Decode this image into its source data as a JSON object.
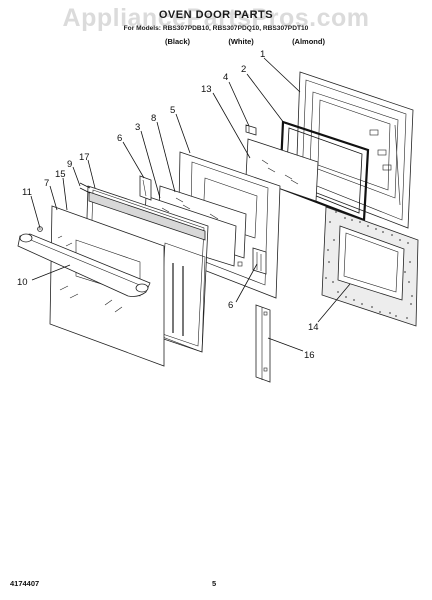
{
  "watermark": "AppliancePartsPros.com",
  "header": {
    "title": "OVEN DOOR PARTS",
    "models": "For Models: RBS307PDB10, RBS307PDQ10, RBS307PDT10",
    "colors": [
      "(Black)",
      "(White)",
      "(Almond)"
    ]
  },
  "callouts": [
    "1",
    "2",
    "4",
    "13",
    "5",
    "8",
    "3",
    "6",
    "17",
    "9",
    "15",
    "7",
    "11",
    "10",
    "6",
    "14",
    "16"
  ],
  "footer": {
    "doc_number": "4174407",
    "page_number": "5"
  }
}
